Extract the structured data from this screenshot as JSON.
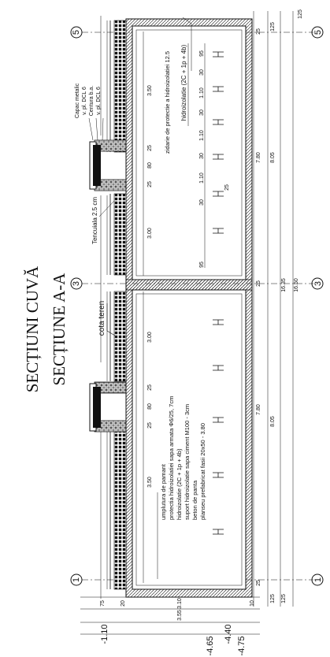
{
  "title": "SECȚIUNI CUVĂ",
  "subtitle": "SECȚIUNE A-A",
  "axes": [
    "5",
    "3",
    "1"
  ],
  "labels": {
    "capac": "Capac metalic",
    "vpl_dcl6_a": "v. pl. DCL 6",
    "centura": "Centura b.a.",
    "vpl_dcl6_b": "v. pl. DCL 6",
    "zidarie": "zidarie de protectie a hidroizolatiei 12.5",
    "hidro": "hidroizolatie (2C + 1p + 4b)",
    "tencuiala": "Tencuiala 2.5 cm",
    "cota_teren": "cota teren"
  },
  "layers": [
    "umplutura de pamant",
    "protectia hidroizolatiei sapa armata Φ6/25, 7cm",
    "hidroizolatie (2C + 1p + 4b)",
    "suport hidroizolatie sapa ciment M100 - 3cm",
    "beton de panta",
    "planseu prefabricat fasii 20x50 - 3.80"
  ],
  "dims_top": [
    "3.50",
    "25",
    "80",
    "25",
    "3.00"
  ],
  "dims_bottom": [
    "3.00",
    "25",
    "80",
    "25",
    "3.50"
  ],
  "stirrups_top": [
    "95",
    "30",
    "1.10",
    "30",
    "1.10",
    "30",
    "1.10",
    "30",
    "95"
  ],
  "stirrup_small": "25",
  "right_dims": {
    "d125a": "125",
    "d125b": "125",
    "d25a": "25",
    "d780a": "7.80",
    "d805a": "8.05",
    "d25b": "25",
    "d1635": "16.35",
    "d1650": "16.50",
    "d780b": "7.80",
    "d805b": "8.05",
    "d25c": "25",
    "d125c": "125",
    "d125d": "125"
  },
  "left_dims": {
    "d75": "75",
    "d20": "20",
    "d310": "3.10",
    "d355": "3.55",
    "d10": "10"
  },
  "levels": {
    "l1": "-1.10",
    "l2": "-4.40",
    "l3": "-4.65",
    "l4": "-4.75"
  }
}
